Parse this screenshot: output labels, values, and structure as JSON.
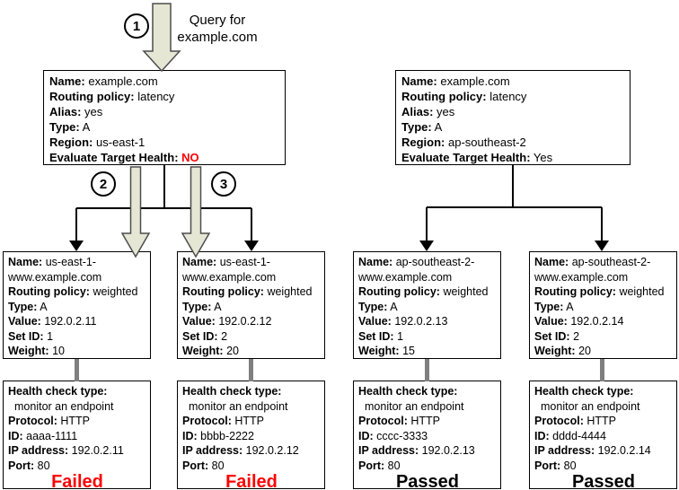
{
  "colors": {
    "status_fail": "#ff0000",
    "status_pass": "#000000",
    "arrow_fill": "#e5e6d4",
    "arrow_stroke": "#4d4d4d",
    "connector_gray": "#7f7f7f",
    "box_border": "#000000"
  },
  "steps": [
    {
      "number": "1"
    },
    {
      "number": "2"
    },
    {
      "number": "3"
    }
  ],
  "query_label": "Query for example.com",
  "latency_records": [
    {
      "fields": [
        {
          "label": "Name:",
          "value": "example.com"
        },
        {
          "label": "Routing policy:",
          "value": "latency"
        },
        {
          "label": "Alias:",
          "value": "yes"
        },
        {
          "label": "Type:",
          "value": "A"
        },
        {
          "label": "Region:",
          "value": "us-east-1"
        },
        {
          "label": "Evaluate Target Health:",
          "value": "NO",
          "bold": true,
          "color": "#ff0000"
        }
      ]
    },
    {
      "fields": [
        {
          "label": "Name:",
          "value": "example.com"
        },
        {
          "label": "Routing policy:",
          "value": "latency"
        },
        {
          "label": "Alias:",
          "value": "yes"
        },
        {
          "label": "Type:",
          "value": "A"
        },
        {
          "label": "Region:",
          "value": "ap-southeast-2"
        },
        {
          "label": "Evaluate Target Health:",
          "value": "Yes"
        }
      ]
    }
  ],
  "weighted_records": [
    {
      "fields": [
        {
          "label": "Name:",
          "value": "us-east-1-www.example.com"
        },
        {
          "label": "Routing policy:",
          "value": "weighted"
        },
        {
          "label": "Type:",
          "value": "A"
        },
        {
          "label": "Value:",
          "value": "192.0.2.11"
        },
        {
          "label": "Set ID:",
          "value": "1"
        },
        {
          "label": "Weight:",
          "value": "10"
        }
      ]
    },
    {
      "fields": [
        {
          "label": "Name:",
          "value": "us-east-1-www.example.com"
        },
        {
          "label": "Routing policy:",
          "value": "weighted"
        },
        {
          "label": "Type:",
          "value": "A"
        },
        {
          "label": "Value:",
          "value": "192.0.2.12"
        },
        {
          "label": "Set ID:",
          "value": "2"
        },
        {
          "label": "Weight:",
          "value": "20"
        }
      ]
    },
    {
      "fields": [
        {
          "label": "Name:",
          "value": "ap-southeast-2-www.example.com"
        },
        {
          "label": "Routing policy:",
          "value": "weighted"
        },
        {
          "label": "Type:",
          "value": "A"
        },
        {
          "label": "Value:",
          "value": "192.0.2.13"
        },
        {
          "label": "Set ID:",
          "value": "1"
        },
        {
          "label": "Weight:",
          "value": "15"
        }
      ]
    },
    {
      "fields": [
        {
          "label": "Name:",
          "value": "ap-southeast-2-www.example.com"
        },
        {
          "label": "Routing policy:",
          "value": "weighted"
        },
        {
          "label": "Type:",
          "value": "A"
        },
        {
          "label": "Value:",
          "value": "192.0.2.14"
        },
        {
          "label": "Set ID:",
          "value": "2"
        },
        {
          "label": "Weight:",
          "value": "20"
        }
      ]
    }
  ],
  "health_checks": [
    {
      "fields": [
        {
          "label": "Health check type:",
          "value": "monitor an endpoint",
          "block": true
        },
        {
          "label": "Protocol:",
          "value": "HTTP"
        },
        {
          "label": "ID:",
          "value": "aaaa-1111"
        },
        {
          "label": "IP address:",
          "value": "192.0.2.11"
        },
        {
          "label": "Port:",
          "value": "80"
        }
      ],
      "status": "Failed",
      "status_color": "#ff0000"
    },
    {
      "fields": [
        {
          "label": "Health check type:",
          "value": "monitor an endpoint",
          "block": true
        },
        {
          "label": "Protocol:",
          "value": "HTTP"
        },
        {
          "label": "ID:",
          "value": "bbbb-2222"
        },
        {
          "label": "IP address:",
          "value": "192.0.2.12"
        },
        {
          "label": "Port:",
          "value": "80"
        }
      ],
      "status": "Failed",
      "status_color": "#ff0000"
    },
    {
      "fields": [
        {
          "label": "Health check type:",
          "value": "monitor an endpoint",
          "block": true
        },
        {
          "label": "Protocol:",
          "value": "HTTP"
        },
        {
          "label": "ID:",
          "value": "cccc-3333"
        },
        {
          "label": "IP address:",
          "value": "192.0.2.13"
        },
        {
          "label": "Port:",
          "value": "80"
        }
      ],
      "status": "Passed",
      "status_color": "#000000"
    },
    {
      "fields": [
        {
          "label": "Health check type:",
          "value": "monitor an endpoint",
          "block": true
        },
        {
          "label": "Protocol:",
          "value": "HTTP"
        },
        {
          "label": "ID:",
          "value": "dddd-4444"
        },
        {
          "label": "IP address:",
          "value": "192.0.2.14"
        },
        {
          "label": "Port:",
          "value": "80"
        }
      ],
      "status": "Passed",
      "status_color": "#000000"
    }
  ]
}
